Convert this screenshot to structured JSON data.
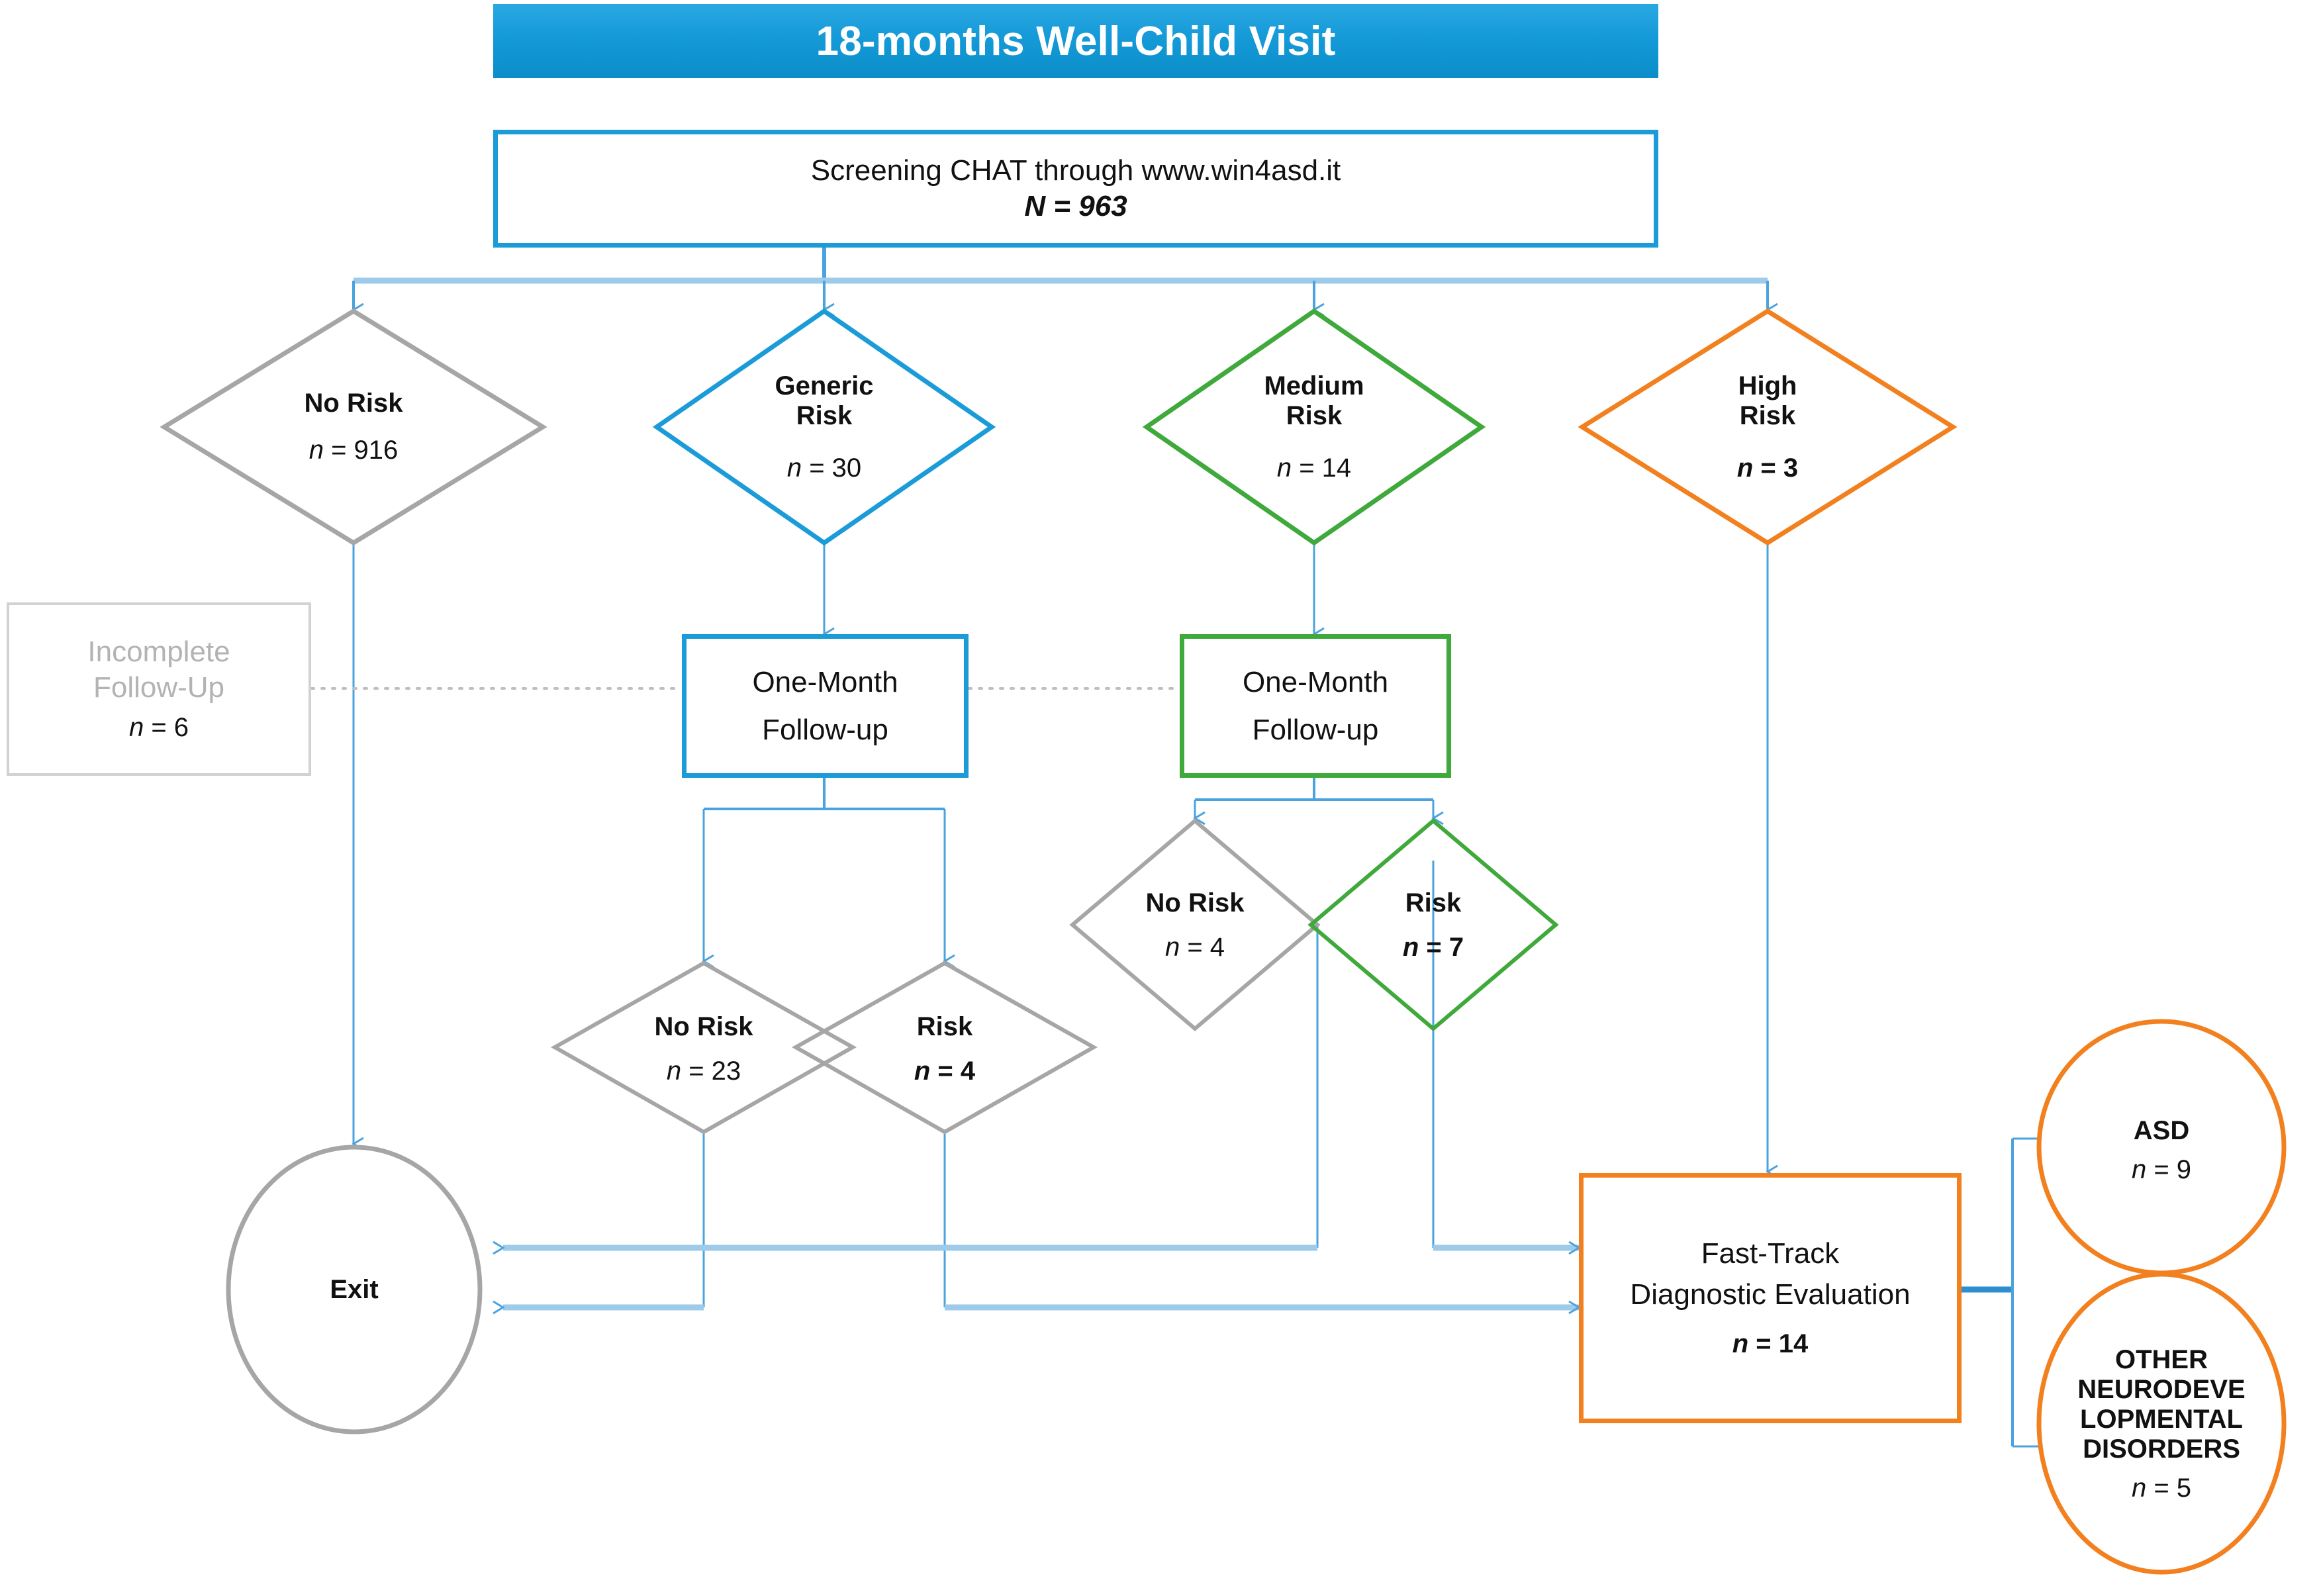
{
  "title": {
    "text": "18-months Well-Child Visit"
  },
  "colors": {
    "banner_top": "#2aa8e2",
    "banner_bottom": "#0b8ec9",
    "blue": "#1b9bd8",
    "green": "#3fa93b",
    "orange": "#f2801f",
    "grey": "#a6a6a6",
    "light_grey": "#d2d2d2",
    "connector": "#4aa3df",
    "connector_light": "#9ecbea",
    "text": "#111111",
    "muted_text": "#b3b3b3"
  },
  "screening": {
    "line1": "Screening CHAT through www.win4asd.it",
    "line2_prefix": "N",
    "line2": "N = 963"
  },
  "risk_row": [
    {
      "name": "no-risk",
      "label_line1": "No Risk",
      "label_line2": "",
      "count": "n = 916",
      "color": "grey",
      "bold_count": false
    },
    {
      "name": "generic-risk",
      "label_line1": "Generic",
      "label_line2": "Risk",
      "count": "n = 30",
      "color": "blue",
      "bold_count": false
    },
    {
      "name": "medium-risk",
      "label_line1": "Medium",
      "label_line2": "Risk",
      "count": "n = 14",
      "color": "green",
      "bold_count": false
    },
    {
      "name": "high-risk",
      "label_line1": "High",
      "label_line2": "Risk",
      "count": "n = 3",
      "color": "orange",
      "bold_count": true
    }
  ],
  "incomplete": {
    "line1": "Incomplete",
    "line2": "Follow-Up",
    "count": "n = 6"
  },
  "followups": [
    {
      "name": "followup-generic",
      "line1": "One-Month",
      "line2": "Follow-up",
      "color": "blue"
    },
    {
      "name": "followup-medium",
      "line1": "One-Month",
      "line2": "Follow-up",
      "color": "green"
    }
  ],
  "second_row": [
    {
      "name": "fu-no-risk-23",
      "label": "No Risk",
      "count": "n = 23",
      "color": "grey",
      "bold_count": false
    },
    {
      "name": "fu-risk-4",
      "label": "Risk",
      "count": "n = 4",
      "color": "grey",
      "bold_count": true
    },
    {
      "name": "fu-no-risk-4",
      "label": "No Risk",
      "count": "n = 4",
      "color": "grey",
      "bold_count": false
    },
    {
      "name": "fu-risk-7",
      "label": "Risk",
      "count": "n = 7",
      "color": "green",
      "bold_count": true
    }
  ],
  "exit": {
    "label": "Exit"
  },
  "fasttrack": {
    "line1": "Fast-Track",
    "line2": "Diagnostic Evaluation",
    "count": "n = 14"
  },
  "outcomes": [
    {
      "name": "outcome-asd",
      "lines": [
        "ASD"
      ],
      "count": "n = 9"
    },
    {
      "name": "outcome-other",
      "lines": [
        "OTHER",
        "NEURODEVE",
        "LOPMENTAL",
        "DISORDERS"
      ],
      "count": "n = 5"
    }
  ]
}
